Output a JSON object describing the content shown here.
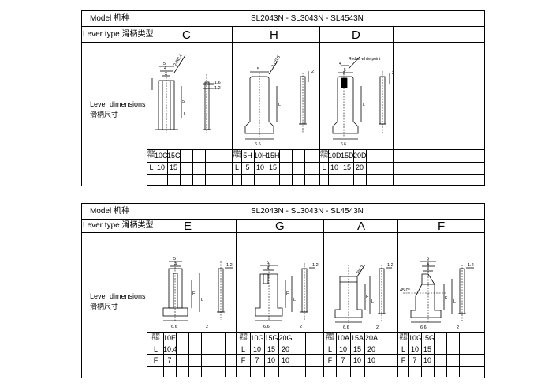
{
  "blocks": [
    {
      "model_label": "Model  机种",
      "series": "SL2043N - SL3043N - SL4543N",
      "lever_type_label": "Lever type 滑柄类型",
      "lever_dimensions_label_en": "Lever dimensions",
      "lever_dimensions_label_cn": "滑柄尺寸",
      "header_code": "滑柄",
      "header_code2": "代码",
      "types": [
        {
          "letter": "C",
          "codes": [
            "10C",
            "15C"
          ],
          "L": [
            "10",
            "15"
          ],
          "dims": [
            "5",
            "4",
            "2",
            "2-R0.4",
            "5",
            "L",
            "1.6",
            "1.2"
          ]
        },
        {
          "letter": "H",
          "codes": [
            "5H",
            "10H",
            "15H"
          ],
          "L": [
            "5",
            "10",
            "15"
          ],
          "dims": [
            "5",
            "2-C0.5",
            "L",
            "6.6",
            "2"
          ]
        },
        {
          "letter": "D",
          "codes": [
            "10D",
            "15D",
            "20D"
          ],
          "L": [
            "10",
            "15",
            "20"
          ],
          "dims": [
            "Red or white point",
            "5",
            "4",
            "2",
            "L",
            "6.6",
            "2"
          ]
        }
      ]
    },
    {
      "model_label": "Model  机种",
      "series": "SL2043N - SL3043N - SL4543N",
      "lever_type_label": "Lever type 滑柄类型",
      "lever_dimensions_label_en": "Lever dimensions",
      "lever_dimensions_label_cn": "滑柄尺寸",
      "header_code": "滑柄",
      "header_code2": "代码",
      "types": [
        {
          "letter": "E",
          "codes": [
            "10E"
          ],
          "L": [
            "10.4"
          ],
          "F": [
            "7"
          ],
          "dims": [
            "5",
            "4",
            "1.2",
            "F",
            "L",
            "6.6",
            "2"
          ]
        },
        {
          "letter": "G",
          "codes": [
            "10G",
            "15G",
            "20G"
          ],
          "L": [
            "10",
            "15",
            "20"
          ],
          "F": [
            "7",
            "10",
            "10"
          ],
          "dims": [
            "5",
            "4",
            "1.2",
            "F",
            "L",
            "6.6",
            "2"
          ]
        },
        {
          "letter": "A",
          "codes": [
            "10A",
            "15A",
            "20A"
          ],
          "L": [
            "10",
            "15",
            "20"
          ],
          "F": [
            "7",
            "10",
            "10"
          ],
          "dims": [
            "R0.3",
            "1.2",
            "F",
            "L",
            "6.6",
            "2"
          ]
        },
        {
          "letter": "F",
          "codes": [
            "10G",
            "15G"
          ],
          "L": [
            "10",
            "15"
          ],
          "F": [
            "7",
            "10"
          ],
          "dims": [
            "5",
            "4",
            "3",
            "1.2",
            "45.0°",
            "F",
            "L",
            "6.6",
            "2"
          ]
        }
      ]
    }
  ],
  "row_labels": {
    "L": "L",
    "F": "F"
  }
}
